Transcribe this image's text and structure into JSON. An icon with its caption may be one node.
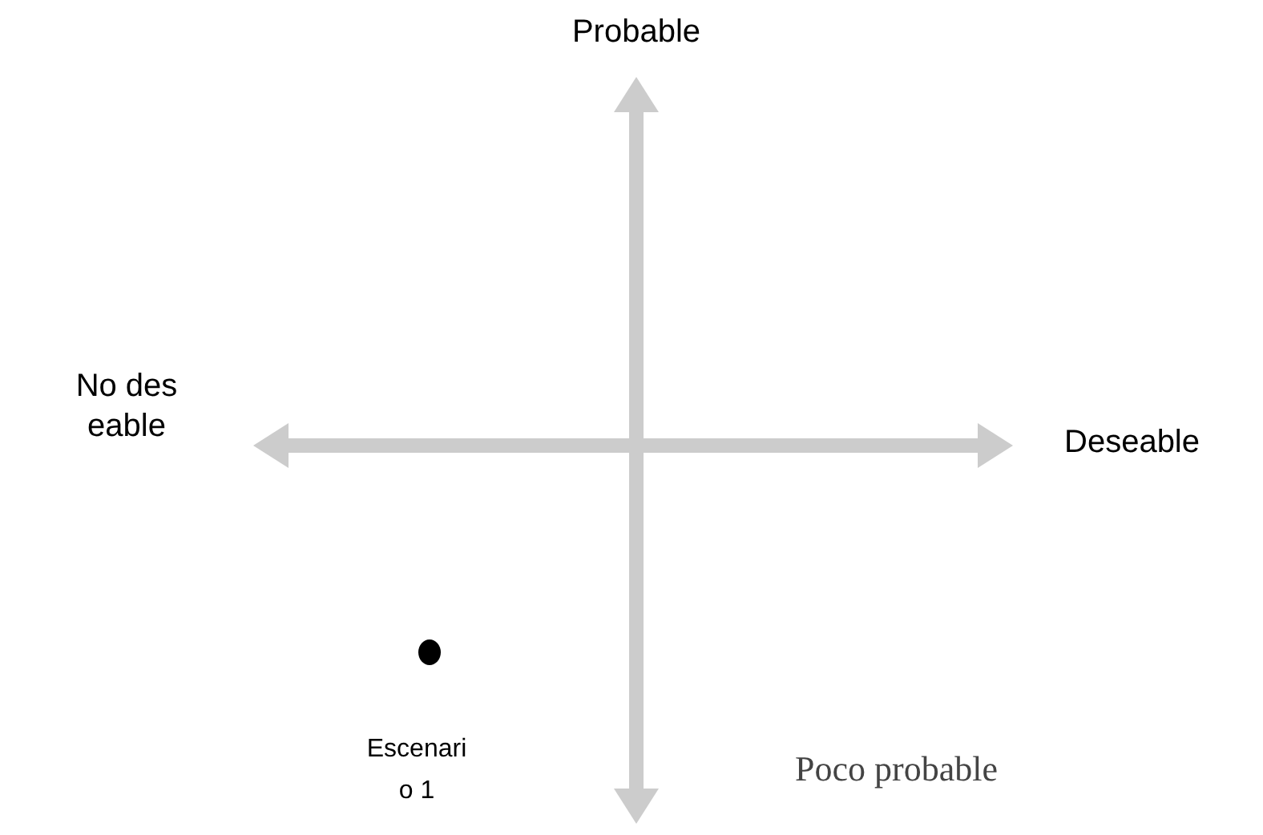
{
  "diagram": {
    "nodes": [
      {
        "text": [],
        "shape": "circle",
        "beside": [
          "Escenario 1"
        ]
      }
    ],
    "labels": [
      "Probable",
      "No deseable",
      "Deseable",
      "Poco probable"
    ]
  }
}
